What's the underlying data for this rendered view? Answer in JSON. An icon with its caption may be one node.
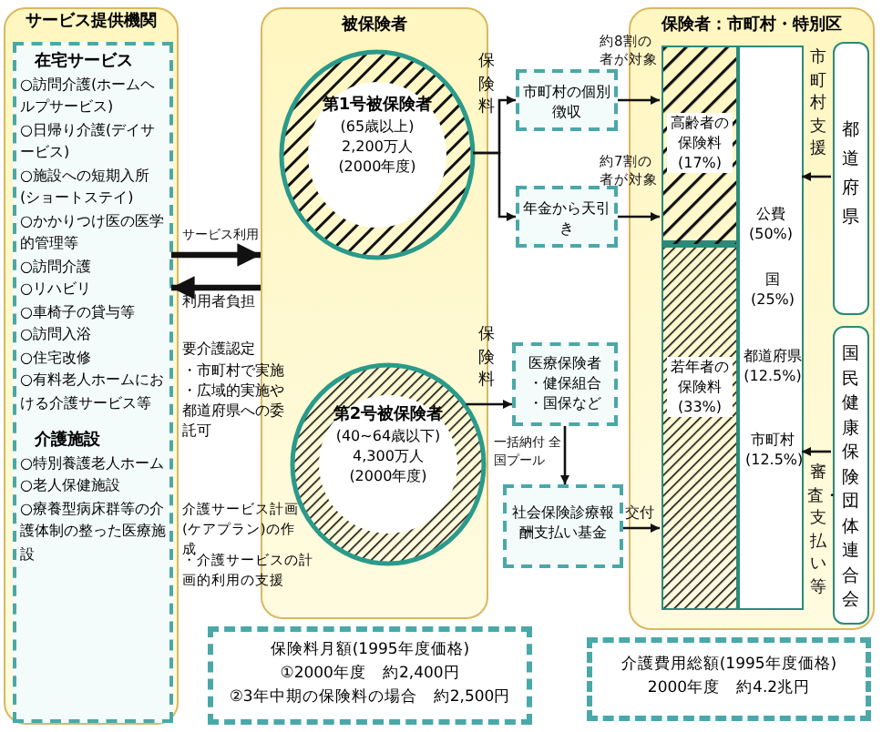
{
  "diagram": {
    "nodes": [
      {
        "text": [
          "サービス提供機関"
        ]
      },
      {
        "text": [
          "在宅サービス",
          "○訪問介護(ホームヘルプサービス)",
          "○日帰り介護(デイサービス)",
          "○施設への短期入所(ショートステイ)",
          "○かかりつけ医の医学的管理等",
          "○訪問介護",
          "○リハビリ",
          "○車椅子の貸与等",
          "○訪問入浴",
          "○住宅改修",
          "○有料老人ホームにおける介護サービス等",
          "介護施設",
          "○特別養護老人ホーム",
          "○老人保健施設",
          "○療養型病床群等の介護体制の整った医療施設"
        ],
        "in": 0
      },
      {
        "text": [
          "被保険者"
        ]
      },
      {
        "text": [
          "第1号被保険者",
          "(65歳以上)",
          "2,200万人",
          "(2000年度)"
        ],
        "in": 2
      },
      {
        "text": [
          "第2号被保険者",
          "(40~64歳以下)",
          "4,300万人",
          "(2000年度)"
        ],
        "in": 2
      },
      {
        "text": [
          "市町村の個別徴収"
        ]
      },
      {
        "text": [
          "年金から天引き"
        ]
      },
      {
        "text": [
          "医療保険者",
          "・健保組合",
          "・国保など"
        ]
      },
      {
        "text": [
          "社会保険診療報酬支払い基金"
        ]
      },
      {
        "text": [
          "保険者：市町村・特別区"
        ]
      },
      {
        "text": [
          "高齢者の保険料(17%)"
        ],
        "in": 9
      },
      {
        "text": [
          "若年者の保険料(33%)"
        ],
        "in": 9
      },
      {
        "text": [
          "公費(50%)"
        ],
        "in": 9
      },
      {
        "text": [
          "国(25%)"
        ],
        "in": 12
      },
      {
        "text": [
          "都道府県(12.5%)"
        ],
        "in": 12
      },
      {
        "text": [
          "市町村(12.5%)"
        ],
        "in": 12
      },
      {
        "text": [
          "都道府県"
        ],
        "in": 9
      },
      {
        "text": [
          "国民健康保険団体連合会"
        ],
        "in": 9
      },
      {
        "text": [
          "保険料月額(1995年度価格)",
          "①2000年度　約2,400円",
          "②3年中期の保険料の場合　約2,500円"
        ]
      },
      {
        "text": [
          "介護費用総額(1995年度価格)",
          "2000年度　約4.2兆円"
        ]
      }
    ],
    "edges": [
      {
        "from": 1,
        "to": 2,
        "arrow": "to",
        "label": "サービス利用",
        "style": "thick"
      },
      {
        "from": 2,
        "to": 1,
        "arrow": "to",
        "label": "利用者負担",
        "style": "thick"
      },
      {
        "from": 3,
        "to": 5,
        "arrow": "to",
        "label": "保険料"
      },
      {
        "from": 3,
        "to": 6,
        "arrow": "to"
      },
      {
        "from": 4,
        "to": 7,
        "arrow": "to",
        "label": "保険料"
      },
      {
        "from": 5,
        "to": 10,
        "arrow": "to",
        "label": "約8割の者が対象"
      },
      {
        "from": 6,
        "to": 10,
        "arrow": "to",
        "label": "約7割の者が対象"
      },
      {
        "from": 7,
        "to": 8,
        "arrow": "to",
        "label": "一括納付 全国プール"
      },
      {
        "from": 8,
        "to": 11,
        "arrow": "to",
        "label": "交付"
      },
      {
        "from": 16,
        "to": 12,
        "arrow": "to",
        "label": "市町村支援"
      },
      {
        "from": 17,
        "to": 15,
        "arrow": "to",
        "label": "審査・支払い等"
      }
    ],
    "labels": [
      "要介護認定",
      "・市町村で実施",
      "・広域的実施や都道府県への委託可",
      "介護サービス計画(ケアプラン)の作成",
      "・介護サービスの計画的利用の支援"
    ]
  }
}
